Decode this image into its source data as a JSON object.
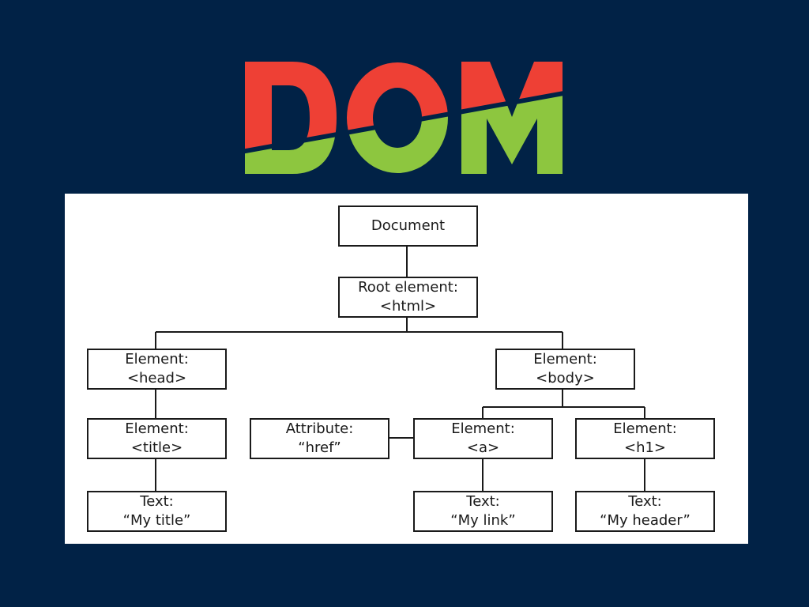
{
  "logo": {
    "letters": "DOM",
    "top_color": "#ee4035",
    "bottom_color": "#8dc63f"
  },
  "colors": {
    "background": "#012246",
    "panel": "#ffffff",
    "stroke": "#1a1a1a"
  },
  "tree": {
    "document": [
      "Document"
    ],
    "root": [
      "Root element:",
      "<html>"
    ],
    "head": [
      "Element:",
      "<head>"
    ],
    "body": [
      "Element:",
      "<body>"
    ],
    "title": [
      "Element:",
      "<title>"
    ],
    "attribute": [
      "Attribute:",
      "“href”"
    ],
    "a": [
      "Element:",
      "<a>"
    ],
    "h1": [
      "Element:",
      "<h1>"
    ],
    "text_title": [
      "Text:",
      "“My title”"
    ],
    "text_link": [
      "Text:",
      "“My link”"
    ],
    "text_header": [
      "Text:",
      "“My header”"
    ]
  }
}
